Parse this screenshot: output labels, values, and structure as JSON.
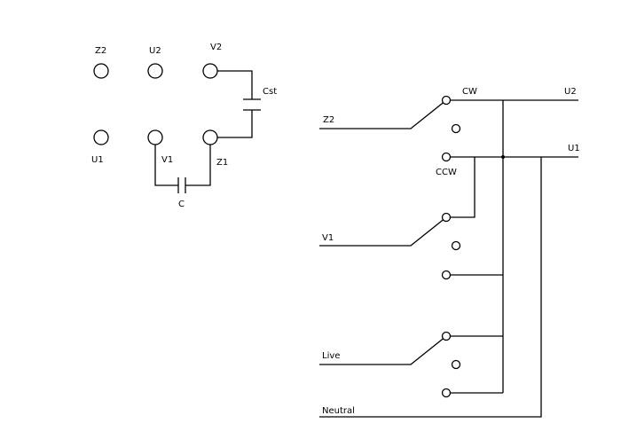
{
  "motor_terminals": {
    "z2": "Z2",
    "u2": "U2",
    "v2": "V2",
    "u1": "U1",
    "v1": "V1",
    "z1": "Z1"
  },
  "capacitors": {
    "start": "Cst",
    "run": "C"
  },
  "switch_labels": {
    "cw": "CW",
    "ccw": "CCW",
    "out_u2": "U2",
    "out_u1": "U1",
    "in_z2": "Z2",
    "in_v1": "V1",
    "in_live": "Live",
    "in_neutral": "Neutral"
  },
  "colors": {
    "line": "#000000",
    "background": "#ffffff"
  }
}
